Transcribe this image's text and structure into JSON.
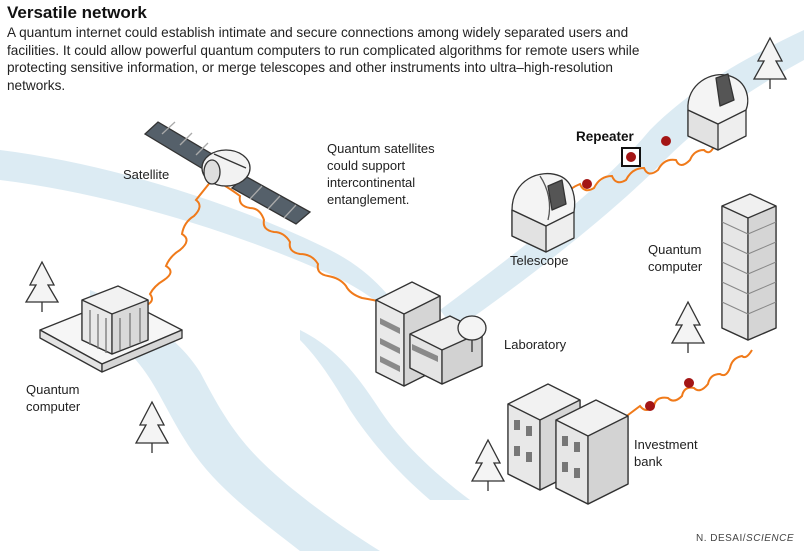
{
  "header": {
    "title": "Versatile network",
    "intro": "A quantum internet could establish intimate and secure connections among widely separated users and facilities. It could allow powerful quantum computers to run complicated algorithms for remote users while protecting sensitive information, or merge telescopes and other instruments into ultra–high-resolution networks."
  },
  "labels": {
    "satellite": "Satellite",
    "satellite_note": "Quantum satellites\ncould support\nintercontinental\nentanglement.",
    "repeater": "Repeater",
    "telescope": "Telescope",
    "quantum_computer_right": "Quantum\ncomputer",
    "quantum_computer_left": "Quantum\ncomputer",
    "laboratory": "Laboratory",
    "investment_bank": "Investment\nbank"
  },
  "credit": {
    "author": "N. DESAI/",
    "publication": "SCIENCE"
  },
  "colors": {
    "link": "#f07a1a",
    "node": "#a31515",
    "water": "#dcebf3",
    "building": "#f2f2f2",
    "outline": "#333333"
  }
}
